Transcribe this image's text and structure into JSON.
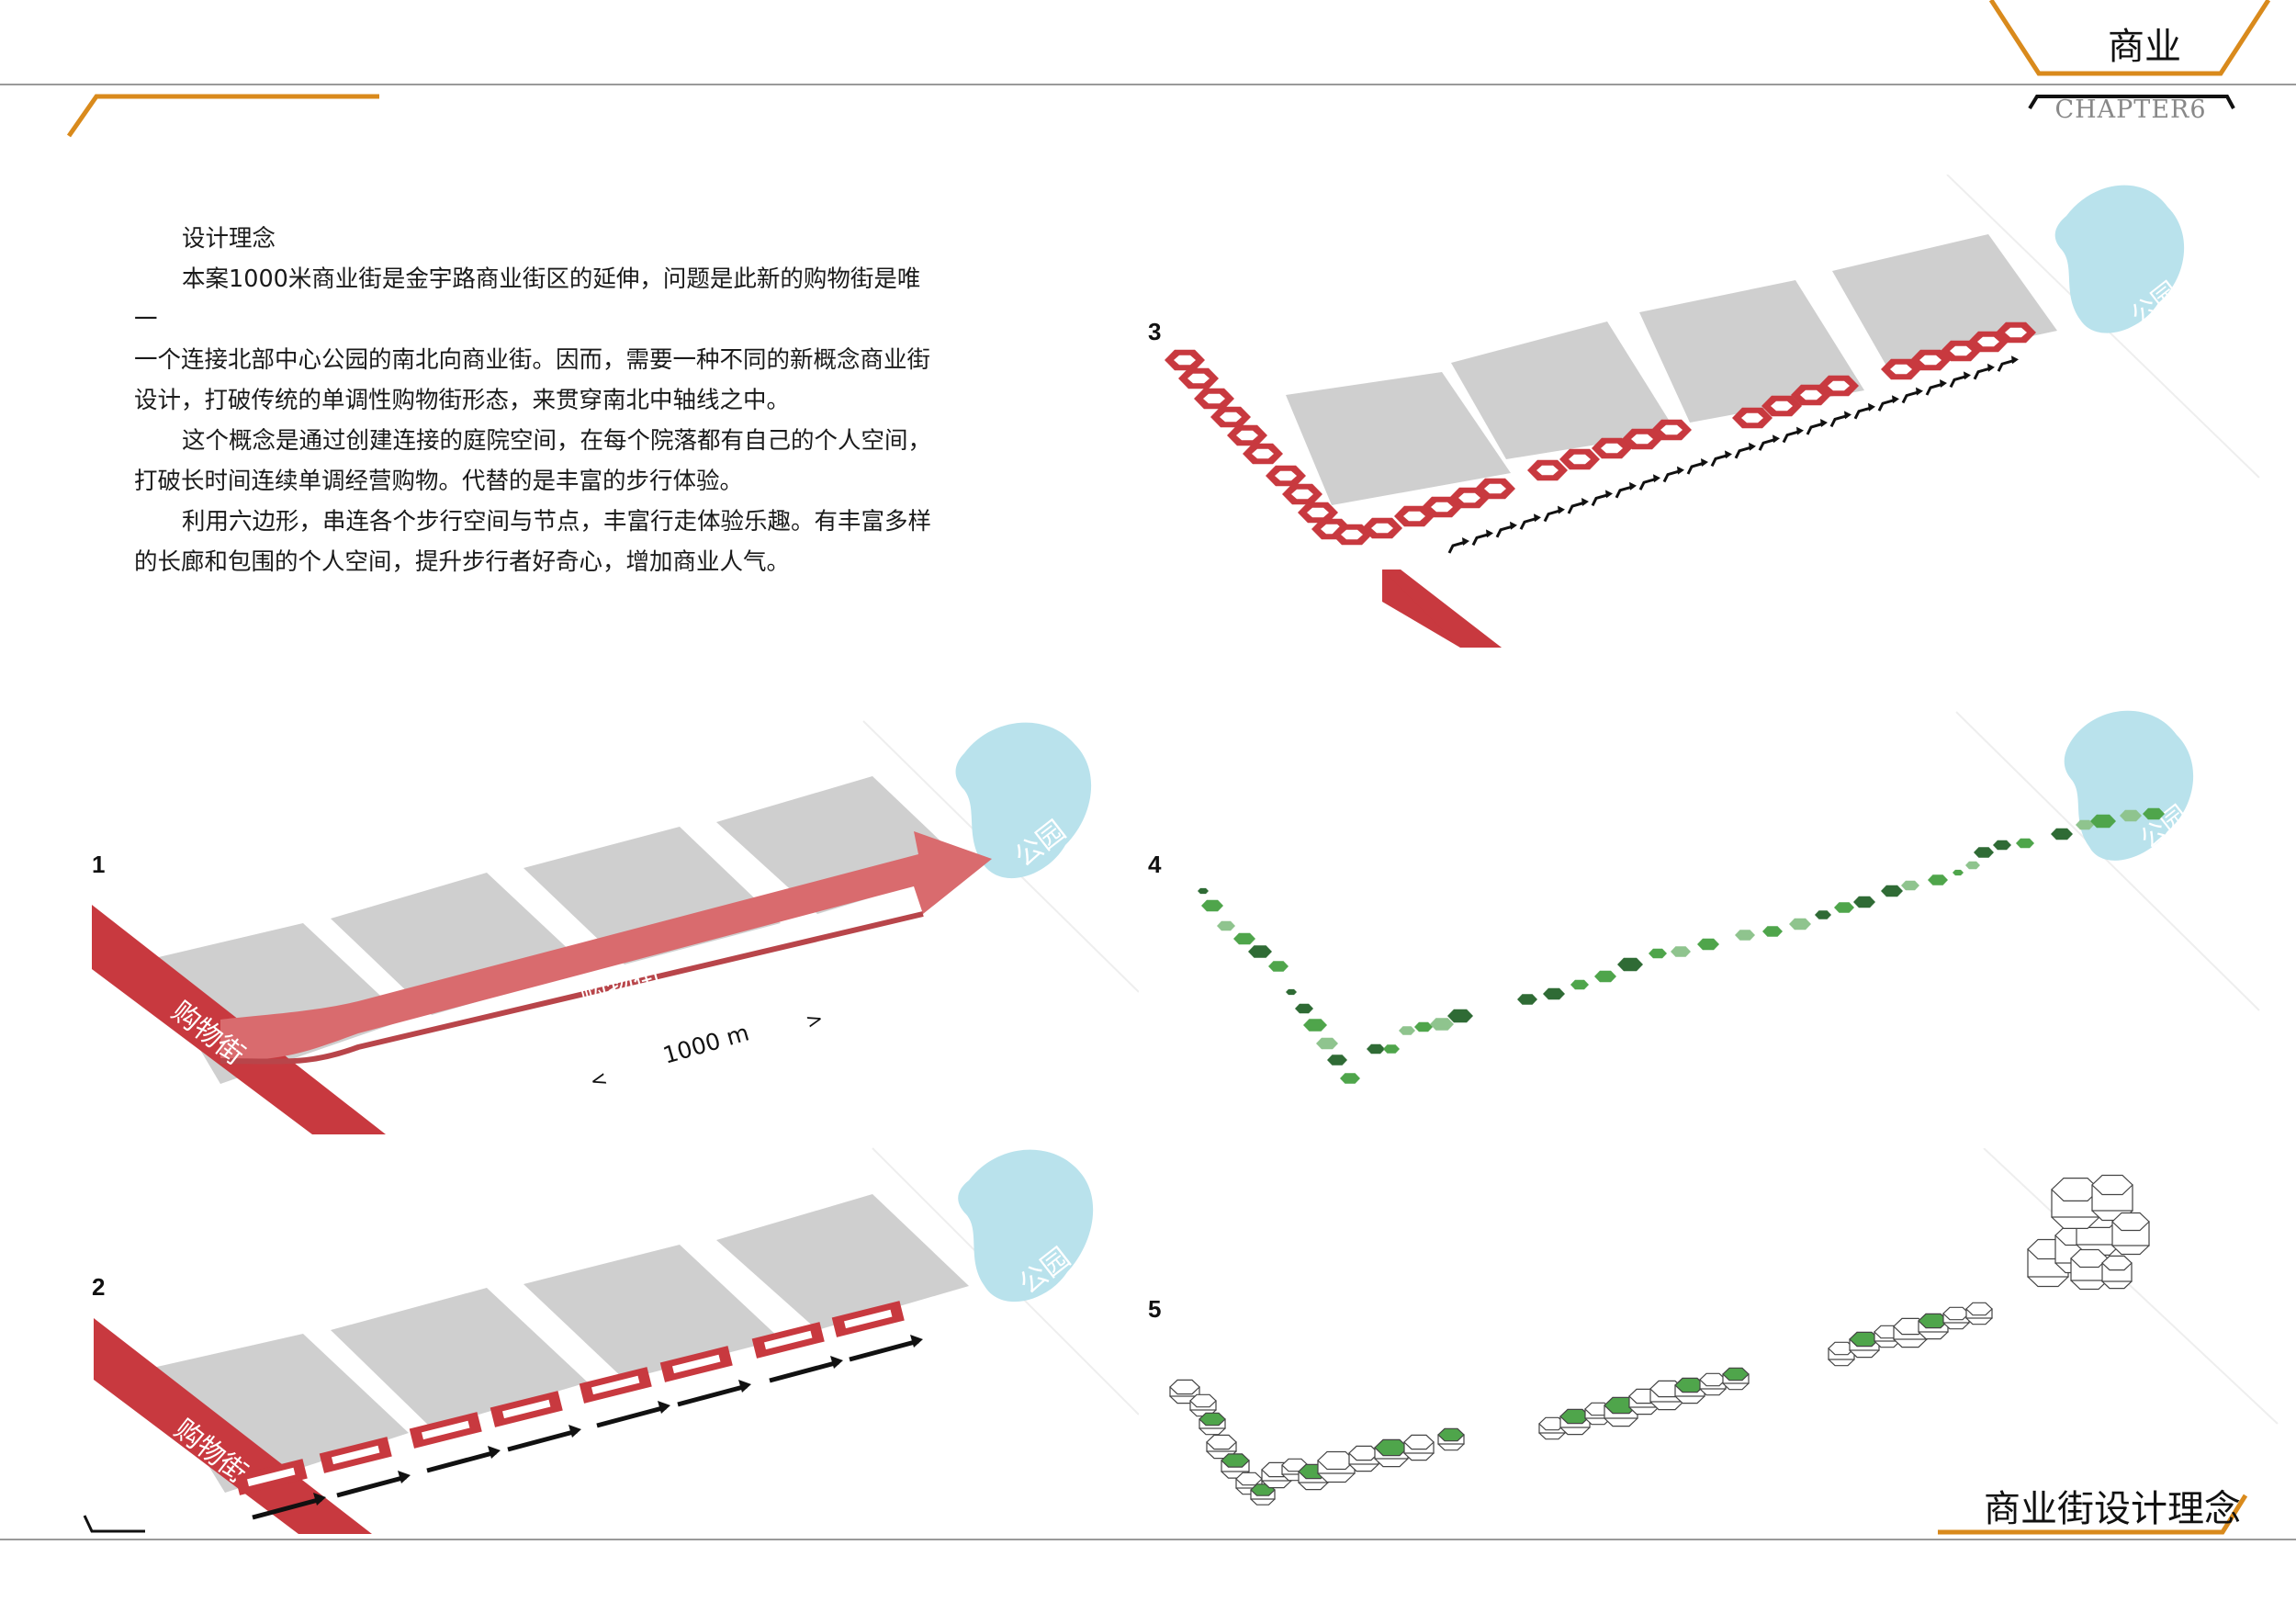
{
  "header": {
    "category": "商业",
    "chapter": "CHAPTER6"
  },
  "concept": {
    "heading": "设计理念",
    "para1_line1": "本案1000米商业街是金宇路商业街区的延伸，问题是此新的购物街是唯一",
    "para1_line2": "一个连接北部中心公园的南北向商业街。因而，需要一种不同的新概念商业街",
    "para1_line3": "设计，打破传统的单调性购物街形态，来贯穿南北中轴线之中。",
    "para2_line1": "这个概念是通过创建连接的庭院空间，在每个院落都有自己的个人空间，",
    "para2_line2": "打破长时间连续单调经营购物。代替的是丰富的步行体验。",
    "para3_line1": "利用六边形，串连各个步行空间与节点，丰富行走体验乐趣。有丰富多样",
    "para3_line2": "的长廊和包围的个人空间，提升步行者好奇心，增加商业人气。"
  },
  "diagrams": {
    "d1": {
      "number": "1",
      "street_label": "购物街",
      "arrow_label": "购物街",
      "dimension_label": "1000 m",
      "park_label": "公园"
    },
    "d2": {
      "number": "2",
      "street_label": "购物街",
      "park_label": "公园"
    },
    "d3": {
      "number": "3",
      "park_label": "公园"
    },
    "d4": {
      "number": "4",
      "park_label": "公园"
    },
    "d5": {
      "number": "5"
    }
  },
  "footer": {
    "title": "商业街设计理念"
  },
  "colors": {
    "accent_orange": "#d98a1c",
    "street_red": "#c8393f",
    "arrow_red": "#d96b6e",
    "block_gray": "#cfcfcf",
    "park_blue": "#b9e2ec",
    "hex_dark_green": "#2f6b35",
    "hex_green": "#4fa54b",
    "hex_light_green": "#8fc48e"
  }
}
